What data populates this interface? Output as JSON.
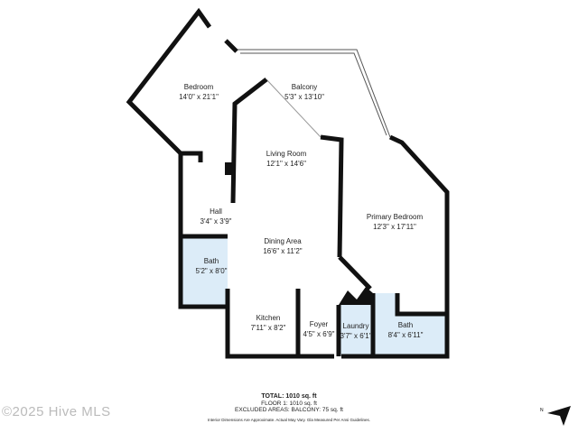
{
  "rooms": [
    {
      "name": "Bedroom",
      "dims": "14'0\" x 21'1\""
    },
    {
      "name": "Balcony",
      "dims": "5'3\" x 13'10\""
    },
    {
      "name": "Living Room",
      "dims": "12'1\" x 14'6\""
    },
    {
      "name": "Hall",
      "dims": "3'4\" x 3'9\""
    },
    {
      "name": "Primary Bedroom",
      "dims": "12'3\" x 17'11\""
    },
    {
      "name": "Dining Area",
      "dims": "16'6\" x 11'2\""
    },
    {
      "name": "Bath",
      "dims": "5'2\" x 8'0\""
    },
    {
      "name": "Kitchen",
      "dims": "7'11\" x 8'2\""
    },
    {
      "name": "Foyer",
      "dims": "4'5\" x 6'9\""
    },
    {
      "name": "Laundry",
      "dims": "3'7\" x 6'1\""
    },
    {
      "name": "Bath",
      "dims": "8'4\" x 6'11\""
    }
  ],
  "footer": {
    "total": "TOTAL: 1010 sq. ft",
    "floor": "FLOOR 1: 1010 sq. ft",
    "excluded": "EXCLUDED AREAS: BALCONY: 75 sq. ft",
    "disclaimer": "Interior Dimensions Are Approximate. Actual May Vary. Gla Measured Per Ansi Guidelines."
  },
  "watermark": "©2025 Hive MLS",
  "compass": {
    "label": "N",
    "icon": "north-arrow-icon"
  },
  "colors": {
    "wall": "#111111",
    "wet_room": "#dcecf8"
  }
}
